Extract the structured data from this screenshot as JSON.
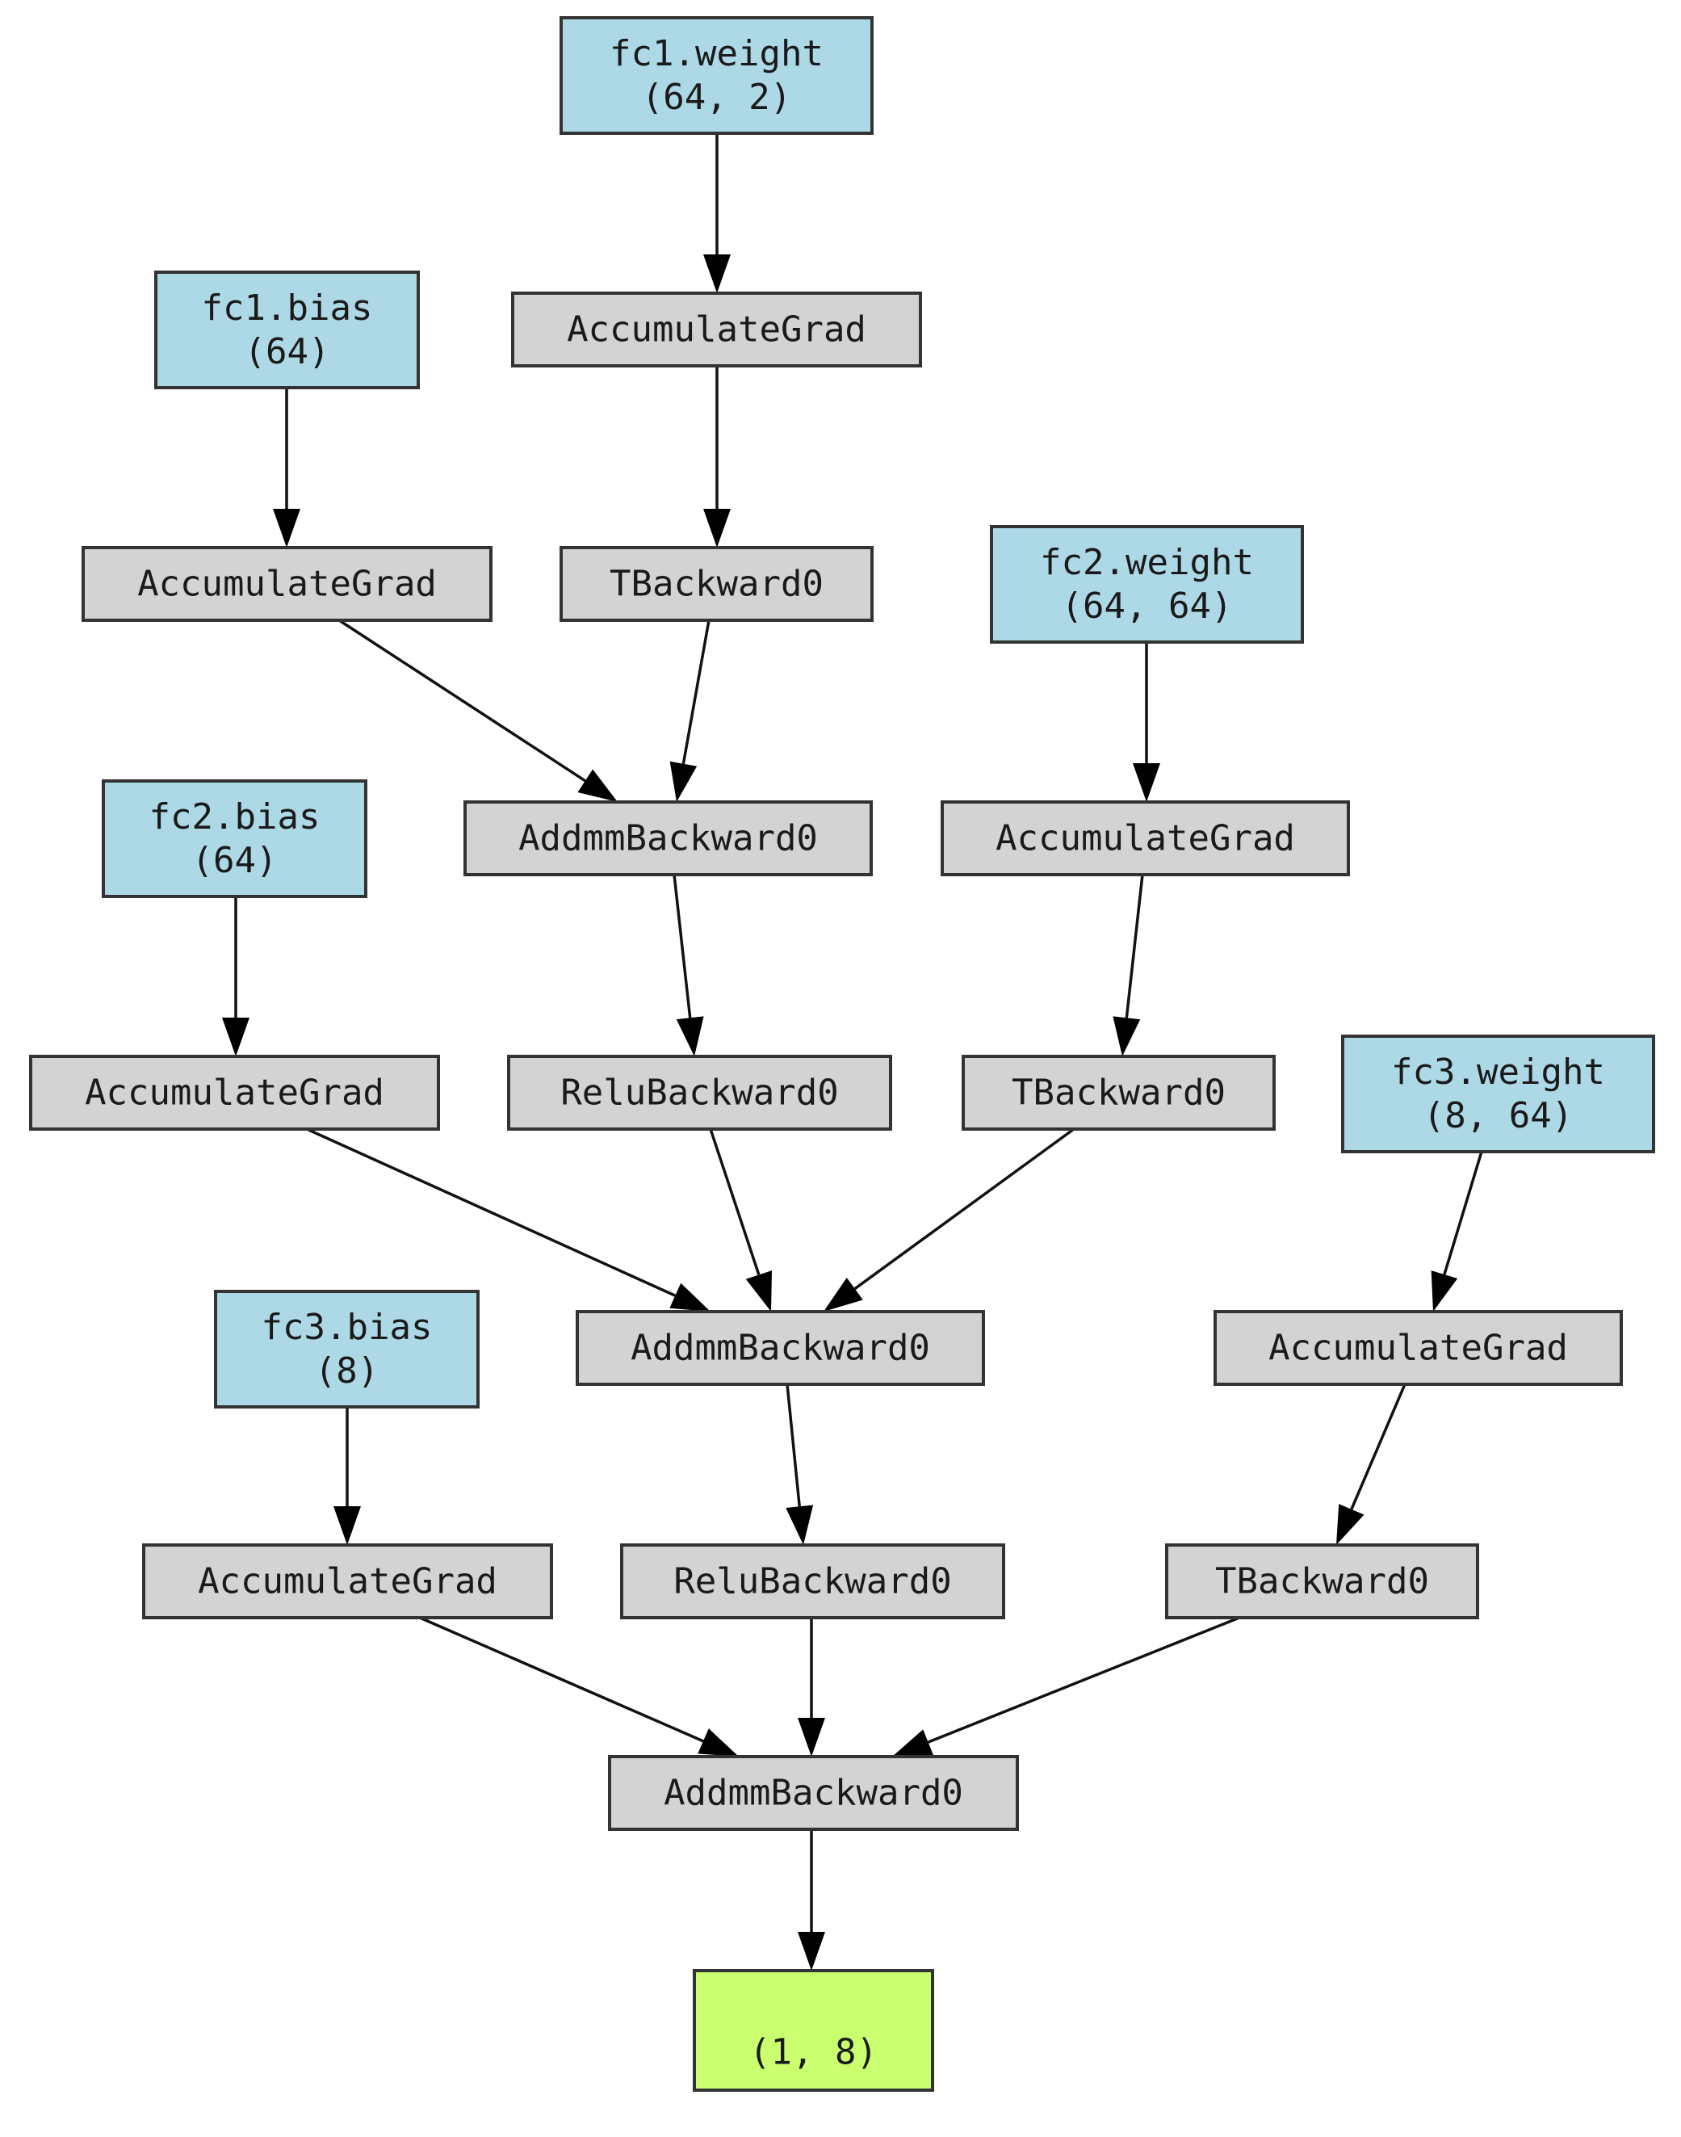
{
  "graph": {
    "colors": {
      "parameter": "#add8e6",
      "operation": "#d3d3d3",
      "output": "#caff70",
      "border": "#333333",
      "edge": "#111111"
    },
    "nodes": [
      {
        "id": "fc1_weight",
        "kind": "parameter",
        "lines": [
          "fc1.weight",
          " (64, 2)"
        ]
      },
      {
        "id": "acc_fc1_w",
        "kind": "operation",
        "lines": [
          "AccumulateGrad"
        ]
      },
      {
        "id": "fc1_bias",
        "kind": "parameter",
        "lines": [
          "fc1.bias",
          " (64)"
        ]
      },
      {
        "id": "acc_fc1_b",
        "kind": "operation",
        "lines": [
          "AccumulateGrad"
        ]
      },
      {
        "id": "t_fc1",
        "kind": "operation",
        "lines": [
          "TBackward0"
        ]
      },
      {
        "id": "fc2_weight",
        "kind": "parameter",
        "lines": [
          "fc2.weight",
          " (64, 64)"
        ]
      },
      {
        "id": "addmm1",
        "kind": "operation",
        "lines": [
          "AddmmBackward0"
        ]
      },
      {
        "id": "acc_fc2_w",
        "kind": "operation",
        "lines": [
          "AccumulateGrad"
        ]
      },
      {
        "id": "fc2_bias",
        "kind": "parameter",
        "lines": [
          "fc2.bias",
          " (64)"
        ]
      },
      {
        "id": "acc_fc2_b",
        "kind": "operation",
        "lines": [
          "AccumulateGrad"
        ]
      },
      {
        "id": "relu1",
        "kind": "operation",
        "lines": [
          "ReluBackward0"
        ]
      },
      {
        "id": "t_fc2",
        "kind": "operation",
        "lines": [
          "TBackward0"
        ]
      },
      {
        "id": "fc3_weight",
        "kind": "parameter",
        "lines": [
          "fc3.weight",
          " (8, 64)"
        ]
      },
      {
        "id": "fc3_bias",
        "kind": "parameter",
        "lines": [
          "fc3.bias",
          " (8)"
        ]
      },
      {
        "id": "addmm2",
        "kind": "operation",
        "lines": [
          "AddmmBackward0"
        ]
      },
      {
        "id": "acc_fc3_w",
        "kind": "operation",
        "lines": [
          "AccumulateGrad"
        ]
      },
      {
        "id": "acc_fc3_b",
        "kind": "operation",
        "lines": [
          "AccumulateGrad"
        ]
      },
      {
        "id": "relu2",
        "kind": "operation",
        "lines": [
          "ReluBackward0"
        ]
      },
      {
        "id": "t_fc3",
        "kind": "operation",
        "lines": [
          "TBackward0"
        ]
      },
      {
        "id": "addmm3",
        "kind": "operation",
        "lines": [
          "AddmmBackward0"
        ]
      },
      {
        "id": "output",
        "kind": "output",
        "lines": [
          "",
          " (1, 8)"
        ]
      }
    ],
    "edges": [
      {
        "from": "fc1_weight",
        "to": "acc_fc1_w"
      },
      {
        "from": "acc_fc1_w",
        "to": "t_fc1"
      },
      {
        "from": "fc1_bias",
        "to": "acc_fc1_b"
      },
      {
        "from": "acc_fc1_b",
        "to": "addmm1"
      },
      {
        "from": "t_fc1",
        "to": "addmm1"
      },
      {
        "from": "fc2_weight",
        "to": "acc_fc2_w"
      },
      {
        "from": "addmm1",
        "to": "relu1"
      },
      {
        "from": "acc_fc2_w",
        "to": "t_fc2"
      },
      {
        "from": "fc2_bias",
        "to": "acc_fc2_b"
      },
      {
        "from": "acc_fc2_b",
        "to": "addmm2"
      },
      {
        "from": "relu1",
        "to": "addmm2"
      },
      {
        "from": "t_fc2",
        "to": "addmm2"
      },
      {
        "from": "fc3_weight",
        "to": "acc_fc3_w"
      },
      {
        "from": "fc3_bias",
        "to": "acc_fc3_b"
      },
      {
        "from": "addmm2",
        "to": "relu2"
      },
      {
        "from": "acc_fc3_w",
        "to": "t_fc3"
      },
      {
        "from": "acc_fc3_b",
        "to": "addmm3"
      },
      {
        "from": "relu2",
        "to": "addmm3"
      },
      {
        "from": "t_fc3",
        "to": "addmm3"
      },
      {
        "from": "addmm3",
        "to": "output"
      }
    ]
  }
}
